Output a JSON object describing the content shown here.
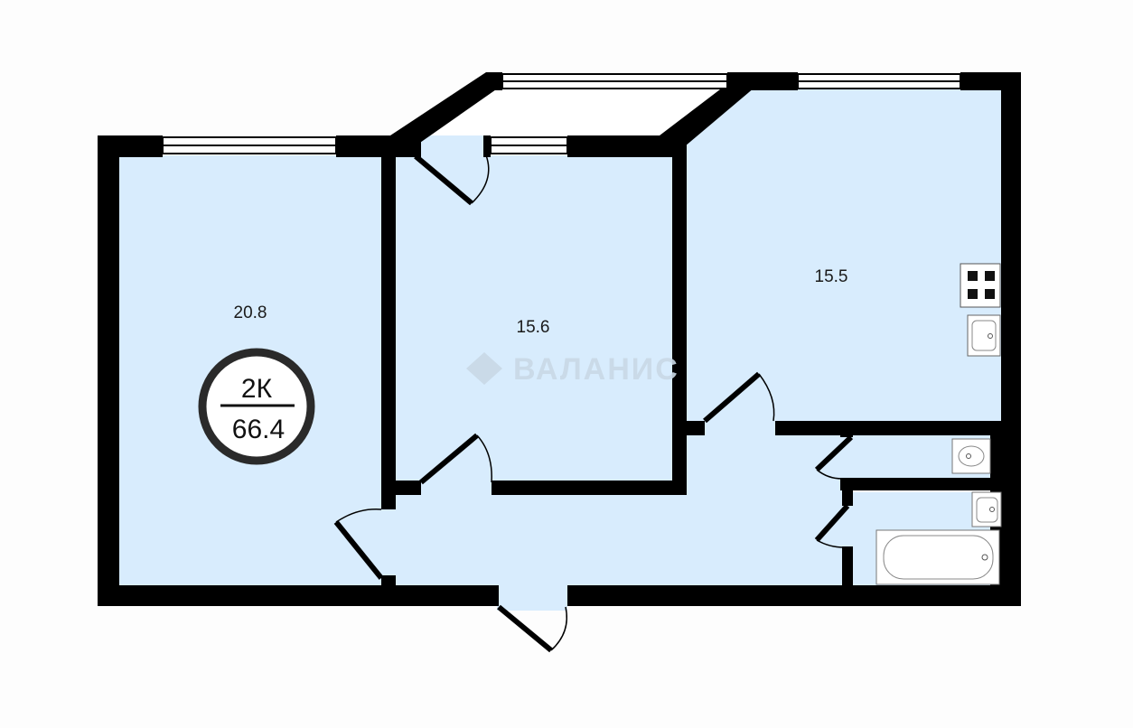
{
  "rooms": {
    "living_room": {
      "area": "20.8"
    },
    "bedroom": {
      "area": "15.6"
    },
    "kitchen": {
      "area": "15.5"
    }
  },
  "summary_badge": {
    "rooms": "2К",
    "total_area": "66.4"
  },
  "watermark": {
    "text": "ВАЛАНИС"
  },
  "colors": {
    "floor": "#d8ecfd",
    "wall": "#000000",
    "balcony": "#ffffff",
    "background": "#fdfdfd"
  }
}
